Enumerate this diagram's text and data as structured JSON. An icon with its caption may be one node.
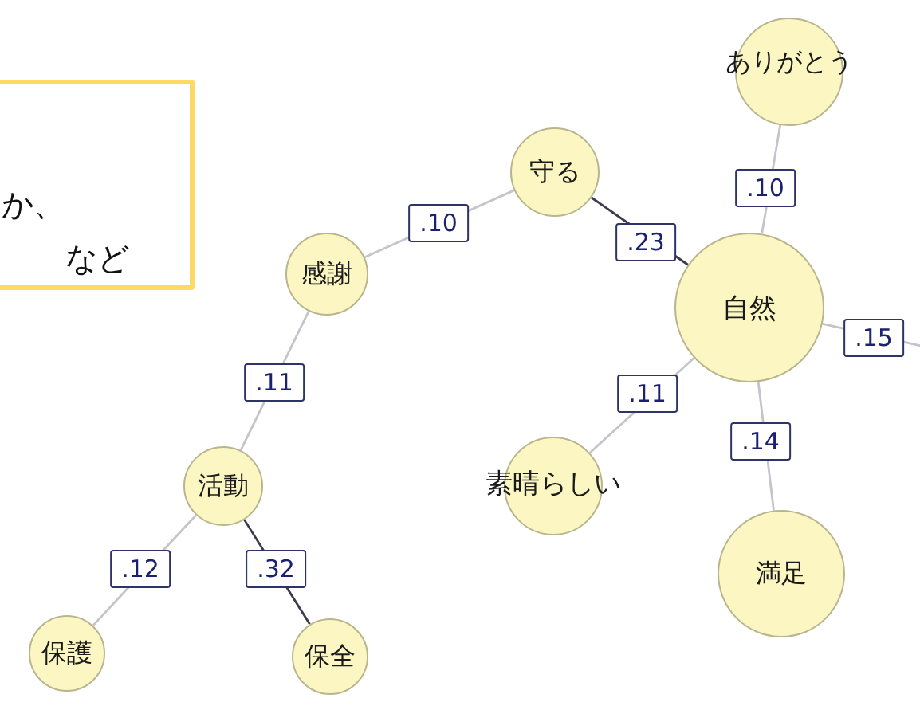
{
  "diagram": {
    "nodes": [
      {
        "text": [
          "か、",
          "など"
        ]
      },
      {
        "text": [
          "ありがとう"
        ]
      },
      {
        "text": [
          "守る"
        ]
      },
      {
        "text": [
          "感謝"
        ]
      },
      {
        "text": [
          "自然"
        ]
      },
      {
        "text": [
          "活動"
        ]
      },
      {
        "text": [
          "素晴らしい"
        ]
      },
      {
        "text": [
          "満足"
        ]
      },
      {
        "text": [
          "保護"
        ]
      },
      {
        "text": [
          "保全"
        ]
      }
    ],
    "edges": [
      {
        "from": 3,
        "to": 2,
        "arrow": "none",
        "label": ".10"
      },
      {
        "from": 2,
        "to": 4,
        "arrow": "none",
        "label": ".23",
        "color": "#3a3a4a"
      },
      {
        "from": 1,
        "to": 4,
        "arrow": "none",
        "label": ".10"
      },
      {
        "from": 4,
        "to": null,
        "arrow": "none",
        "label": ".15"
      },
      {
        "from": 4,
        "to": 6,
        "arrow": "none",
        "label": ".11"
      },
      {
        "from": 4,
        "to": 7,
        "arrow": "none",
        "label": ".14"
      },
      {
        "from": 3,
        "to": 5,
        "arrow": "none",
        "label": ".11"
      },
      {
        "from": 5,
        "to": 8,
        "arrow": "none",
        "label": ".12"
      },
      {
        "from": 5,
        "to": 9,
        "arrow": "none",
        "label": ".32",
        "color": "#3a3a4a"
      }
    ]
  }
}
